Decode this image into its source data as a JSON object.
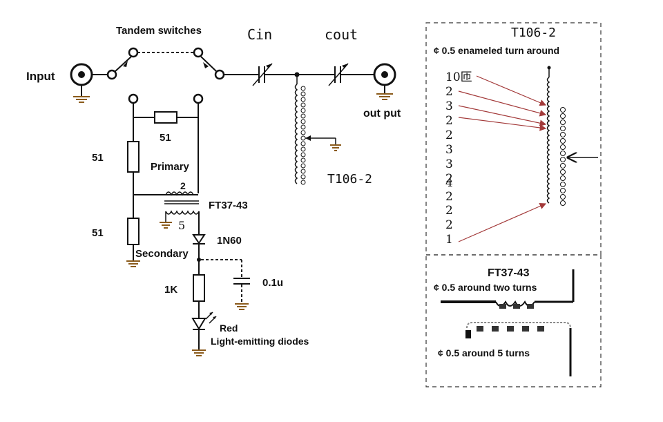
{
  "schematic": {
    "tandem_switches": "Tandem switches",
    "input": "Input",
    "cin": "Cin",
    "cout": "cout",
    "output": "out put",
    "r_series": "51",
    "r_shunt_top": "51",
    "r_shunt_bottom": "51",
    "primary": "Primary",
    "primary_turns": "2",
    "secondary_turns": "5",
    "core": "FT37-43",
    "diode": "1N60",
    "secondary": "Secondary",
    "r_led": "1K",
    "capacitor": "0.1u",
    "led_line1": "Red",
    "led_line2": "Light-emitting diodes",
    "toroid": "T106-2"
  },
  "t106_detail": {
    "title": "T106-2",
    "wire_note": "¢ 0.5 enameled turn around",
    "tap_turns": [
      "10匝",
      "2",
      "3",
      "2",
      "2",
      "3",
      "3",
      "2",
      "4",
      "2",
      "2",
      "2",
      "1"
    ]
  },
  "ft37_detail": {
    "title": "FT37-43",
    "note_two_turns": "¢ 0.5 around two turns",
    "note_five_turns": "¢ 0.5 around 5 turns"
  }
}
